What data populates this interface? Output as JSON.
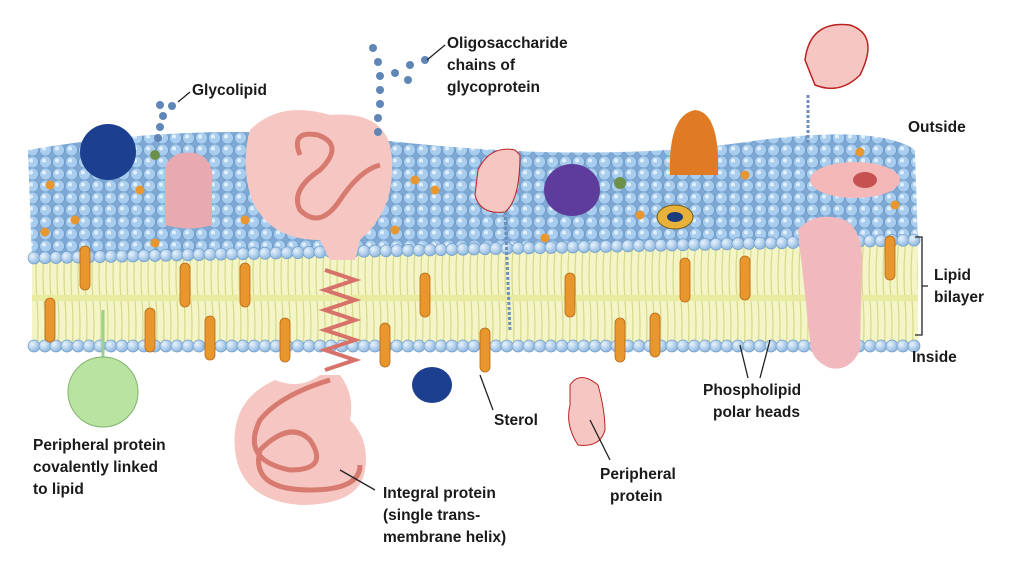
{
  "labels": {
    "oligosaccharide": [
      "Oligosaccharide",
      "chains of",
      "glycoprotein"
    ],
    "glycolipid": [
      "Glycolipid"
    ],
    "outside": [
      "Outside"
    ],
    "lipid_bilayer": [
      "Lipid",
      "bilayer"
    ],
    "inside": [
      "Inside"
    ],
    "phospholipid": [
      "Phospholipid",
      "polar heads"
    ],
    "sterol": [
      "Sterol"
    ],
    "peripheral_protein": [
      "Peripheral",
      "protein"
    ],
    "integral_protein": [
      "Integral protein",
      "(single trans-",
      "membrane helix)"
    ],
    "peripheral_covalent": [
      "Peripheral protein",
      "covalently linked",
      "to lipid"
    ]
  },
  "colors": {
    "head_blue": "#9cc3e6",
    "tail_yellow": "#eef0b0",
    "sterol_orange": "#e8962e",
    "protein_pink": "#f4c2c0",
    "helix_red": "#d9776e",
    "green_protein": "#b9e3a0"
  }
}
